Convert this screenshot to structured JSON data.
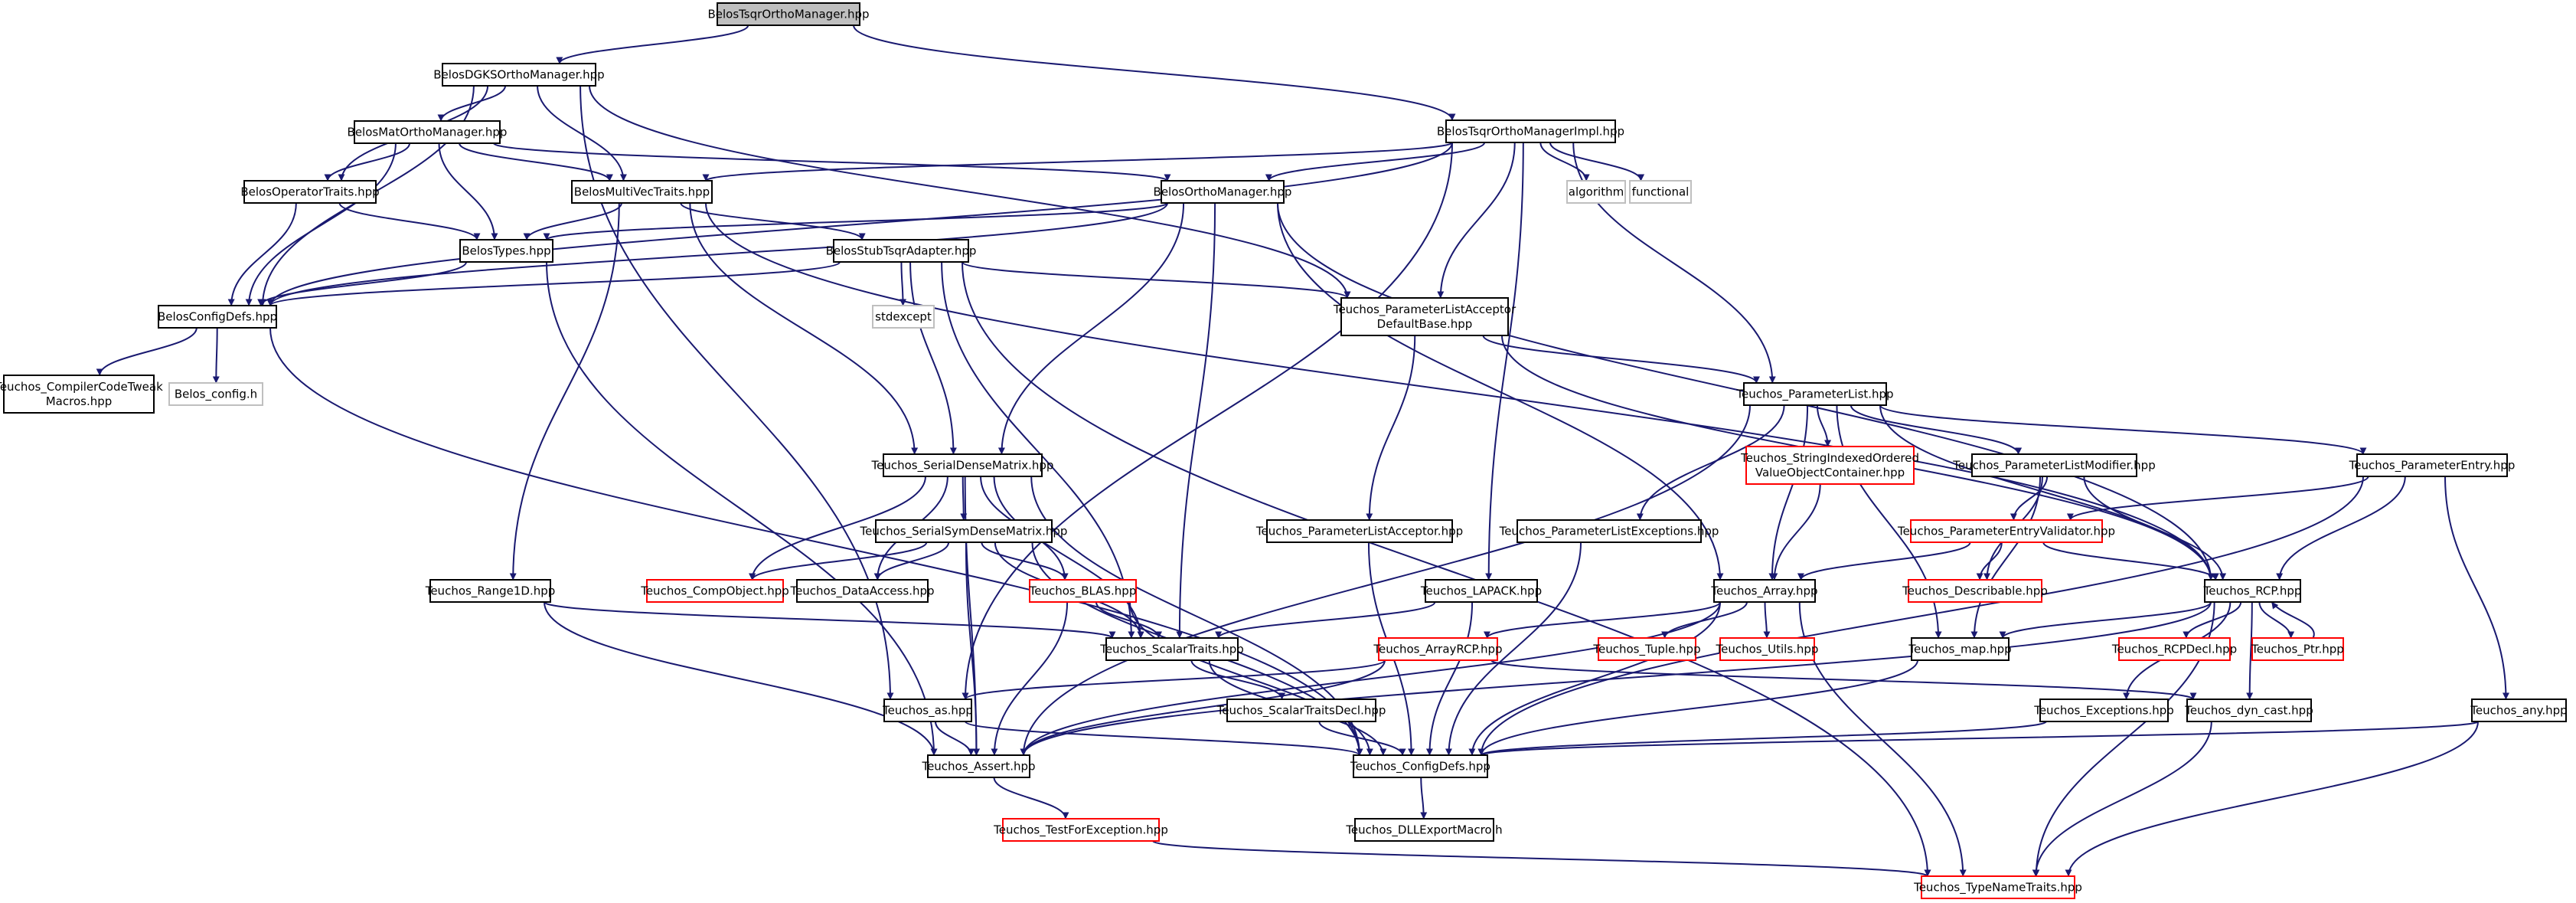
{
  "diagram": {
    "style": {
      "edge_color": "#191970",
      "root_fill": "#bfbfbf",
      "border_normal": "#000000",
      "border_truncated": "#ff0000",
      "border_external": "#bfbfbf"
    },
    "nodes": [
      {
        "id": "tsqr",
        "label": "BelosTsqrOrthoManager.hpp",
        "kind": "root"
      },
      {
        "id": "dgks",
        "label": "BelosDGKSOrthoManager.hpp",
        "kind": "normal"
      },
      {
        "id": "tsqrimpl",
        "label": "BelosTsqrOrthoManagerImpl.hpp",
        "kind": "normal"
      },
      {
        "id": "matortho",
        "label": "BelosMatOrthoManager.hpp",
        "kind": "normal"
      },
      {
        "id": "optraits",
        "label": "BelosOperatorTraits.hpp",
        "kind": "normal"
      },
      {
        "id": "mvtraits",
        "label": "BelosMultiVecTraits.hpp",
        "kind": "normal"
      },
      {
        "id": "orthomgr",
        "label": "BelosOrthoManager.hpp",
        "kind": "normal"
      },
      {
        "id": "algorithm",
        "label": "algorithm",
        "kind": "external"
      },
      {
        "id": "functional",
        "label": "functional",
        "kind": "external"
      },
      {
        "id": "types",
        "label": "BelosTypes.hpp",
        "kind": "normal"
      },
      {
        "id": "stubtsqr",
        "label": "BelosStubTsqrAdapter.hpp",
        "kind": "normal"
      },
      {
        "id": "configdefs",
        "label": "BelosConfigDefs.hpp",
        "kind": "normal"
      },
      {
        "id": "plade",
        "label": "Teuchos_ParameterListAcceptor DefaultBase.hpp",
        "kind": "normal"
      },
      {
        "id": "stdexcept",
        "label": "stdexcept",
        "kind": "external"
      },
      {
        "id": "compiler",
        "label": "Teuchos_CompilerCodeTweak Macros.hpp",
        "kind": "normal"
      },
      {
        "id": "belosconfig",
        "label": "Belos_config.h",
        "kind": "external"
      },
      {
        "id": "plist",
        "label": "Teuchos_ParameterList.hpp",
        "kind": "normal"
      },
      {
        "id": "sdm",
        "label": "Teuchos_SerialDenseMatrix.hpp",
        "kind": "normal"
      },
      {
        "id": "sivoc",
        "label": "Teuchos_StringIndexedOrdered ValueObjectContainer.hpp",
        "kind": "truncated"
      },
      {
        "id": "plmod",
        "label": "Teuchos_ParameterListModifier.hpp",
        "kind": "normal"
      },
      {
        "id": "pentry",
        "label": "Teuchos_ParameterEntry.hpp",
        "kind": "normal"
      },
      {
        "id": "placcept",
        "label": "Teuchos_ParameterListAcceptor.hpp",
        "kind": "normal"
      },
      {
        "id": "plexc",
        "label": "Teuchos_ParameterListExceptions.hpp",
        "kind": "normal"
      },
      {
        "id": "pev",
        "label": "Teuchos_ParameterEntryValidator.hpp",
        "kind": "truncated"
      },
      {
        "id": "ssdm",
        "label": "Teuchos_SerialSymDenseMatrix.hpp",
        "kind": "normal"
      },
      {
        "id": "range1d",
        "label": "Teuchos_Range1D.hpp",
        "kind": "normal"
      },
      {
        "id": "compobj",
        "label": "Teuchos_CompObject.hpp",
        "kind": "truncated"
      },
      {
        "id": "dataaccess",
        "label": "Teuchos_DataAccess.hpp",
        "kind": "normal"
      },
      {
        "id": "blas",
        "label": "Teuchos_BLAS.hpp",
        "kind": "truncated"
      },
      {
        "id": "lapack",
        "label": "Teuchos_LAPACK.hpp",
        "kind": "normal"
      },
      {
        "id": "array",
        "label": "Teuchos_Array.hpp",
        "kind": "normal"
      },
      {
        "id": "describable",
        "label": "Teuchos_Describable.hpp",
        "kind": "truncated"
      },
      {
        "id": "rcp",
        "label": "Teuchos_RCP.hpp",
        "kind": "normal"
      },
      {
        "id": "scalartraits",
        "label": "Teuchos_ScalarTraits.hpp",
        "kind": "normal"
      },
      {
        "id": "arrayrcp",
        "label": "Teuchos_ArrayRCP.hpp",
        "kind": "truncated"
      },
      {
        "id": "tuple",
        "label": "Teuchos_Tuple.hpp",
        "kind": "truncated"
      },
      {
        "id": "utils",
        "label": "Teuchos_Utils.hpp",
        "kind": "truncated"
      },
      {
        "id": "map",
        "label": "Teuchos_map.hpp",
        "kind": "normal"
      },
      {
        "id": "rcpdecl",
        "label": "Teuchos_RCPDecl.hpp",
        "kind": "truncated"
      },
      {
        "id": "ptr",
        "label": "Teuchos_Ptr.hpp",
        "kind": "truncated"
      },
      {
        "id": "as",
        "label": "Teuchos_as.hpp",
        "kind": "normal"
      },
      {
        "id": "stdecl",
        "label": "Teuchos_ScalarTraitsDecl.hpp",
        "kind": "normal"
      },
      {
        "id": "exceptions",
        "label": "Teuchos_Exceptions.hpp",
        "kind": "normal"
      },
      {
        "id": "dyncast",
        "label": "Teuchos_dyn_cast.hpp",
        "kind": "normal"
      },
      {
        "id": "any",
        "label": "Teuchos_any.hpp",
        "kind": "normal"
      },
      {
        "id": "assert",
        "label": "Teuchos_Assert.hpp",
        "kind": "normal"
      },
      {
        "id": "tconfigdefs",
        "label": "Teuchos_ConfigDefs.hpp",
        "kind": "normal"
      },
      {
        "id": "testforexc",
        "label": "Teuchos_TestForException.hpp",
        "kind": "truncated"
      },
      {
        "id": "dllexport",
        "label": "Teuchos_DLLExportMacro.h",
        "kind": "normal"
      },
      {
        "id": "typenametraits",
        "label": "Teuchos_TypeNameTraits.hpp",
        "kind": "truncated"
      }
    ],
    "edges": [
      [
        "tsqr",
        "dgks"
      ],
      [
        "tsqr",
        "tsqrimpl"
      ],
      [
        "dgks",
        "matortho"
      ],
      [
        "dgks",
        "optraits"
      ],
      [
        "dgks",
        "mvtraits"
      ],
      [
        "dgks",
        "configdefs"
      ],
      [
        "dgks",
        "plade"
      ],
      [
        "dgks",
        "as"
      ],
      [
        "matortho",
        "optraits"
      ],
      [
        "matortho",
        "mvtraits"
      ],
      [
        "matortho",
        "orthomgr"
      ],
      [
        "matortho",
        "types"
      ],
      [
        "matortho",
        "configdefs"
      ],
      [
        "tsqrimpl",
        "mvtraits"
      ],
      [
        "tsqrimpl",
        "orthomgr"
      ],
      [
        "tsqrimpl",
        "configdefs"
      ],
      [
        "tsqrimpl",
        "plade"
      ],
      [
        "tsqrimpl",
        "algorithm"
      ],
      [
        "tsqrimpl",
        "functional"
      ],
      [
        "tsqrimpl",
        "plist"
      ],
      [
        "tsqrimpl",
        "lapack"
      ],
      [
        "tsqrimpl",
        "as"
      ],
      [
        "optraits",
        "types"
      ],
      [
        "optraits",
        "configdefs"
      ],
      [
        "mvtraits",
        "types"
      ],
      [
        "mvtraits",
        "stubtsqr"
      ],
      [
        "mvtraits",
        "sdm"
      ],
      [
        "mvtraits",
        "rcp"
      ],
      [
        "mvtraits",
        "range1d"
      ],
      [
        "orthomgr",
        "types"
      ],
      [
        "orthomgr",
        "configdefs"
      ],
      [
        "orthomgr",
        "sdm"
      ],
      [
        "orthomgr",
        "scalartraits"
      ],
      [
        "orthomgr",
        "rcp"
      ],
      [
        "orthomgr",
        "array"
      ],
      [
        "types",
        "configdefs"
      ],
      [
        "types",
        "assert"
      ],
      [
        "stubtsqr",
        "configdefs"
      ],
      [
        "stubtsqr",
        "plade"
      ],
      [
        "stubtsqr",
        "stdexcept"
      ],
      [
        "stubtsqr",
        "sdm"
      ],
      [
        "stubtsqr",
        "scalartraits"
      ],
      [
        "stubtsqr",
        "typenametraits"
      ],
      [
        "configdefs",
        "compiler"
      ],
      [
        "configdefs",
        "belosconfig"
      ],
      [
        "configdefs",
        "tconfigdefs"
      ],
      [
        "plade",
        "plist"
      ],
      [
        "plade",
        "placcept"
      ],
      [
        "plade",
        "rcp"
      ],
      [
        "plist",
        "sivoc"
      ],
      [
        "plist",
        "plmod"
      ],
      [
        "plist",
        "pentry"
      ],
      [
        "plist",
        "plexc"
      ],
      [
        "plist",
        "array"
      ],
      [
        "plist",
        "rcp"
      ],
      [
        "plist",
        "map"
      ],
      [
        "plist",
        "assert"
      ],
      [
        "sivoc",
        "array"
      ],
      [
        "plmod",
        "pev"
      ],
      [
        "plmod",
        "describable"
      ],
      [
        "plmod",
        "rcp"
      ],
      [
        "plmod",
        "map"
      ],
      [
        "pentry",
        "pev"
      ],
      [
        "pentry",
        "rcp"
      ],
      [
        "pentry",
        "any"
      ],
      [
        "pentry",
        "tconfigdefs"
      ],
      [
        "pev",
        "array"
      ],
      [
        "pev",
        "describable"
      ],
      [
        "pev",
        "rcp"
      ],
      [
        "placcept",
        "tconfigdefs"
      ],
      [
        "plexc",
        "tconfigdefs"
      ],
      [
        "sdm",
        "compobj"
      ],
      [
        "sdm",
        "dataaccess"
      ],
      [
        "sdm",
        "ssdm"
      ],
      [
        "sdm",
        "blas"
      ],
      [
        "sdm",
        "scalartraits"
      ],
      [
        "sdm",
        "assert"
      ],
      [
        "sdm",
        "tconfigdefs"
      ],
      [
        "ssdm",
        "compobj"
      ],
      [
        "ssdm",
        "dataaccess"
      ],
      [
        "ssdm",
        "blas"
      ],
      [
        "ssdm",
        "scalartraits"
      ],
      [
        "ssdm",
        "assert"
      ],
      [
        "ssdm",
        "tconfigdefs"
      ],
      [
        "range1d",
        "scalartraits"
      ],
      [
        "range1d",
        "assert"
      ],
      [
        "blas",
        "scalartraits"
      ],
      [
        "blas",
        "assert"
      ],
      [
        "blas",
        "tconfigdefs"
      ],
      [
        "lapack",
        "scalartraits"
      ],
      [
        "lapack",
        "tconfigdefs"
      ],
      [
        "array",
        "tuple"
      ],
      [
        "array",
        "utils"
      ],
      [
        "array",
        "arrayrcp"
      ],
      [
        "array",
        "assert"
      ],
      [
        "array",
        "tconfigdefs"
      ],
      [
        "array",
        "typenametraits"
      ],
      [
        "rcp",
        "rcpdecl"
      ],
      [
        "rcp",
        "ptr"
      ],
      [
        "rcp",
        "map"
      ],
      [
        "rcp",
        "exceptions"
      ],
      [
        "rcp",
        "dyncast"
      ],
      [
        "rcp",
        "assert"
      ],
      [
        "rcp",
        "typenametraits"
      ],
      [
        "ptr",
        "rcp"
      ],
      [
        "scalartraits",
        "stdecl"
      ],
      [
        "scalartraits",
        "tconfigdefs"
      ],
      [
        "arrayrcp",
        "as"
      ],
      [
        "arrayrcp",
        "assert"
      ],
      [
        "arrayrcp",
        "dyncast"
      ],
      [
        "map",
        "tconfigdefs"
      ],
      [
        "as",
        "assert"
      ],
      [
        "as",
        "tconfigdefs"
      ],
      [
        "stdecl",
        "tconfigdefs"
      ],
      [
        "exceptions",
        "tconfigdefs"
      ],
      [
        "dyncast",
        "typenametraits"
      ],
      [
        "any",
        "tconfigdefs"
      ],
      [
        "any",
        "typenametraits"
      ],
      [
        "assert",
        "testforexc"
      ],
      [
        "testforexc",
        "typenametraits"
      ],
      [
        "tconfigdefs",
        "dllexport"
      ]
    ]
  }
}
